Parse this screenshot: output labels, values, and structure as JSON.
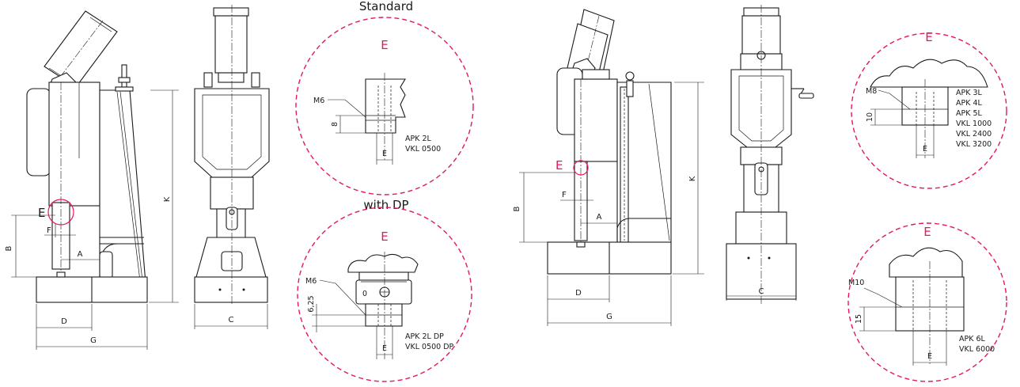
{
  "colors": {
    "accent": "#e4185a",
    "line": "#1a1a1a",
    "background": "#ffffff"
  },
  "headings": {
    "standard": "Standard",
    "with_dp": "with DP"
  },
  "dimensions": {
    "A": "A",
    "B": "B",
    "C": "C",
    "D": "D",
    "E": "E",
    "F": "F",
    "G": "G",
    "K": "K"
  },
  "details": {
    "standard": {
      "marker": "E",
      "thread": "M6",
      "depth": "8",
      "width": "E",
      "models": [
        "APK 2L",
        "VKL 0500"
      ]
    },
    "with_dp": {
      "marker": "E",
      "thread": "M6",
      "depth": "6,25",
      "width": "E",
      "ring_mark": "0",
      "models": [
        "APK 2L  DP",
        "VKL 0500    DP"
      ]
    },
    "large_top": {
      "marker": "E",
      "thread": "M8",
      "depth": "10",
      "width": "E",
      "models": [
        "APK 3L",
        "APK 4L",
        "APK 5L",
        "VKL 1000",
        "VKL 2400",
        "VKL 3200"
      ]
    },
    "large_bottom": {
      "marker": "E",
      "thread": "M10",
      "depth": "15",
      "width": "E",
      "models": [
        "APK 6L",
        "VKL 6000"
      ]
    }
  }
}
